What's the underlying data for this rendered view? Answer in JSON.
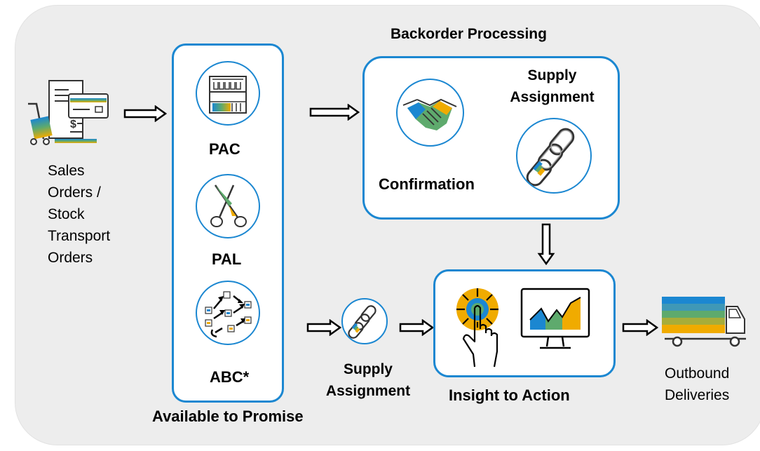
{
  "titles": {
    "backorder_processing": "Backorder Processing",
    "available_to_promise": "Available to Promise"
  },
  "labels": {
    "sales_orders": "Sales\nOrders /\nStock\nTransport\nOrders",
    "pac": "PAC",
    "pal": "PAL",
    "abc": "ABC*",
    "supply_assignment_top": "Supply\nAssignment",
    "confirmation": "Confirmation",
    "supply_assignment_bottom": "Supply\nAssignment",
    "insight_to_action": "Insight to Action",
    "outbound_deliveries": "Outbound\nDeliveries"
  },
  "colors": {
    "border_blue": "#1b87d1",
    "yellow": "#f0ab00",
    "green": "#5eaa6d",
    "blue": "#1b87d1",
    "background": "#ededed"
  },
  "icons": [
    "order-document-icon",
    "shelf-icon",
    "scissors-icon",
    "allocation-network-icon",
    "handshake-icon",
    "chain-link-icon",
    "touch-click-icon",
    "monitor-chart-icon",
    "delivery-truck-icon",
    "right-arrow-icon",
    "down-arrow-icon"
  ]
}
